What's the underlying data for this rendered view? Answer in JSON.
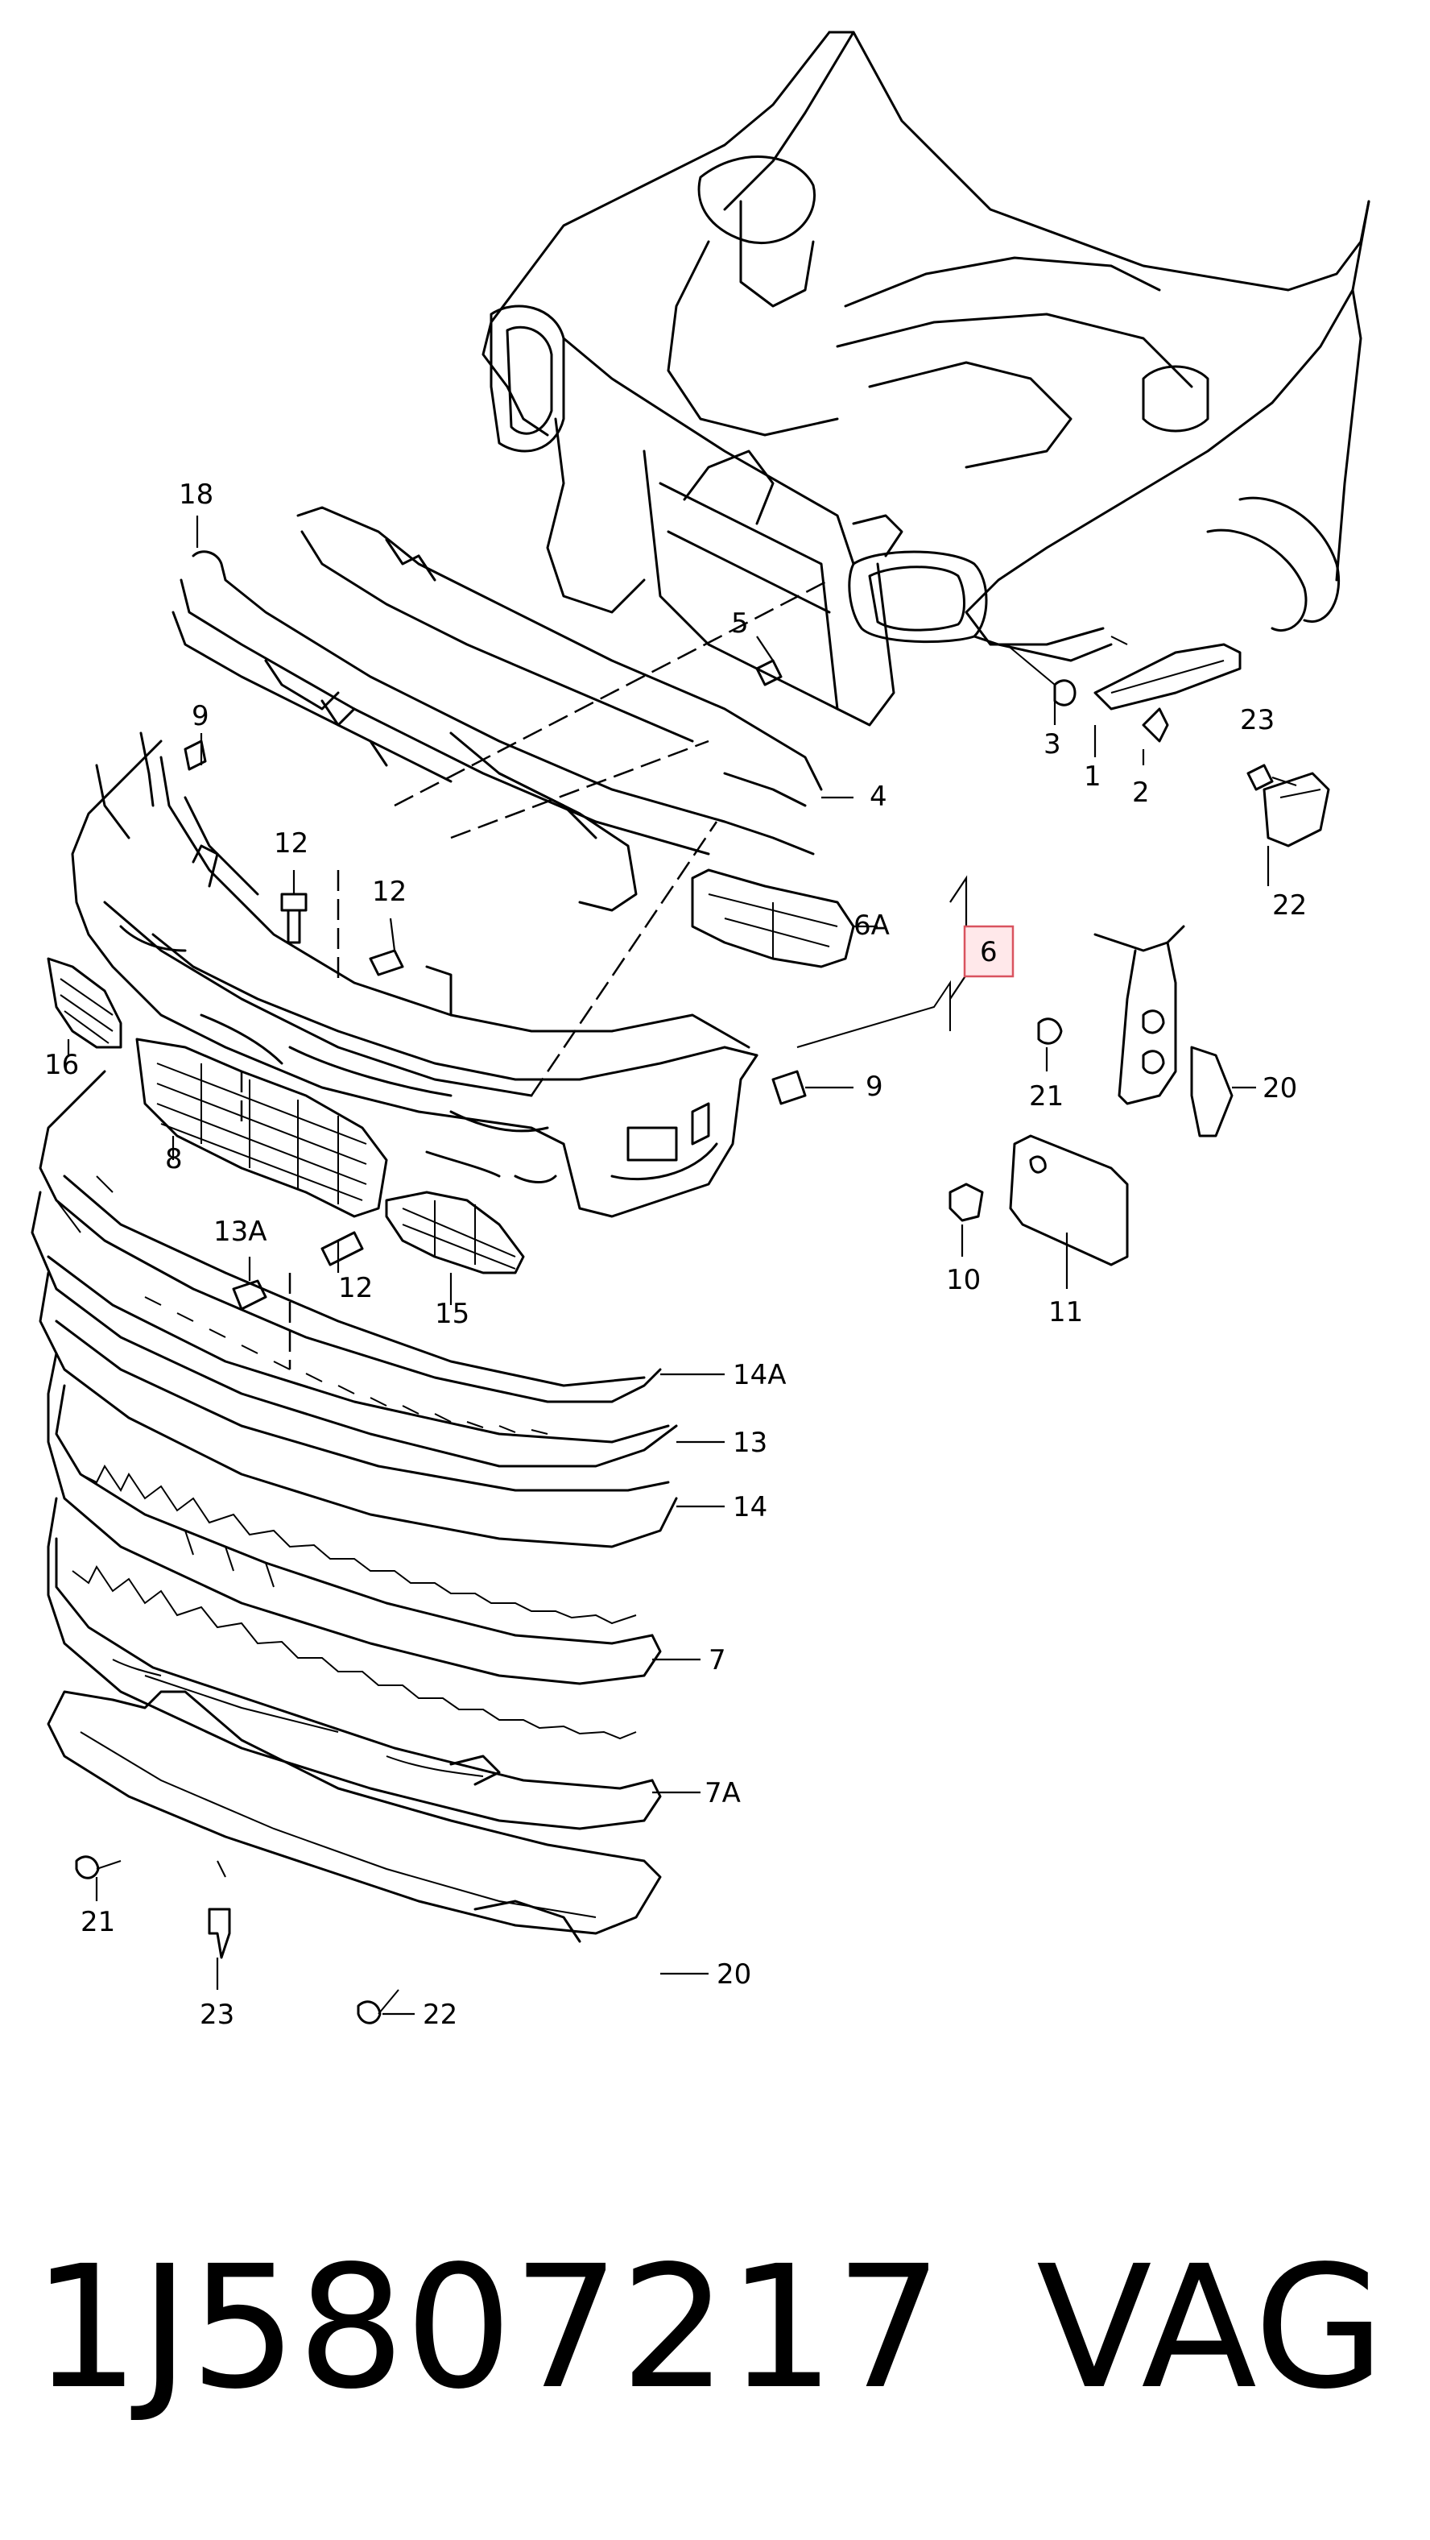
{
  "diagram": {
    "labels": {
      "l1": "1",
      "l2": "2",
      "l3": "3",
      "l4": "4",
      "l5": "5",
      "l6": "6",
      "l6a": "6A",
      "l7": "7",
      "l7a": "7A",
      "l8": "8",
      "l9a": "9",
      "l9b": "9",
      "l10": "10",
      "l11": "11",
      "l12a": "12",
      "l12b": "12",
      "l12c": "12",
      "l13": "13",
      "l13a": "13A",
      "l14": "14",
      "l14a": "14A",
      "l15": "15",
      "l16": "16",
      "l18": "18",
      "l20a": "20",
      "l20b": "20",
      "l21a": "21",
      "l21b": "21",
      "l22a": "22",
      "l22b": "22",
      "l23a": "23",
      "l23b": "23"
    },
    "highlight_color": "#d9535f"
  },
  "footer": {
    "part_number": "1J5807217",
    "brand": "VAG"
  }
}
